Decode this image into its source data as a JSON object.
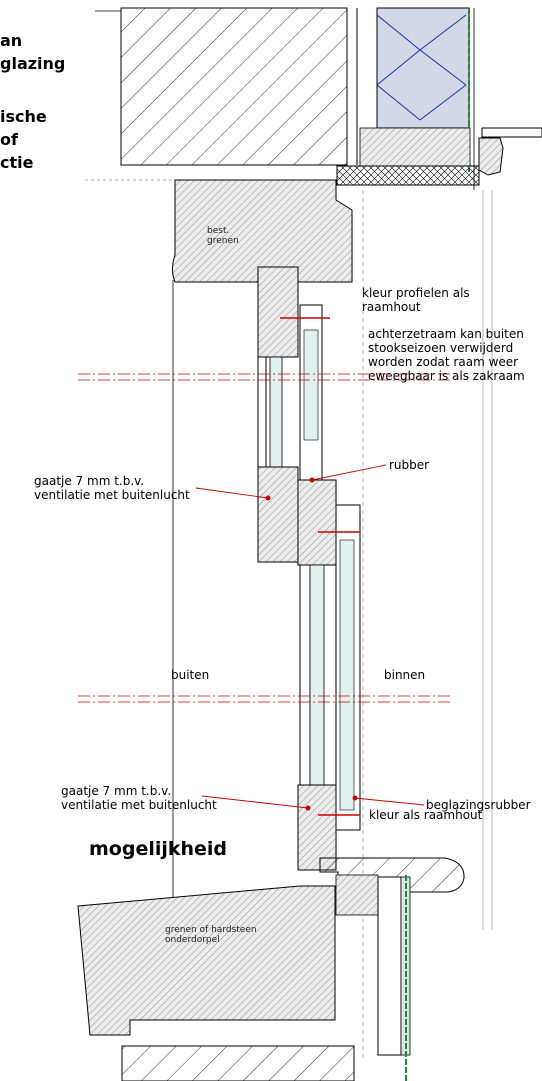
{
  "title_fragments": [
    "an",
    "glazing",
    "ische",
    "of",
    "ctie"
  ],
  "labels": {
    "bestaand_hout": "best.\ngrenen",
    "kleur_profielen": "kleur profielen als\nraamhout",
    "achterzetraam": "achterzetraam kan buiten\nstookseizoen verwijderd\nworden zodat raam weer\neweegbaar is als zakraam",
    "rubber": "rubber",
    "gaatje_1": "gaatje 7 mm t.b.v.\nventilatie met buitenlucht",
    "buiten": "buiten",
    "binnen": "binnen",
    "gaatje_2": "gaatje 7 mm t.b.v.\nventilatie met buitenlucht",
    "beglazingsrubber": "beglazingsrubber",
    "kleur_raamhout": "kleur als raamhout",
    "mogelijkheid": "mogelijkheid",
    "onderdorpel": "grenen of hardsteen\nonderdorpel"
  },
  "colors": {
    "line": "#000000",
    "annotation": "#cc0000",
    "insulation": "#d3d7e6",
    "insulation_line": "#1a2fa8",
    "foil": "#1a8a3a",
    "hatch_fill": "#e6e6e6",
    "glass": "#e2f0f0"
  }
}
